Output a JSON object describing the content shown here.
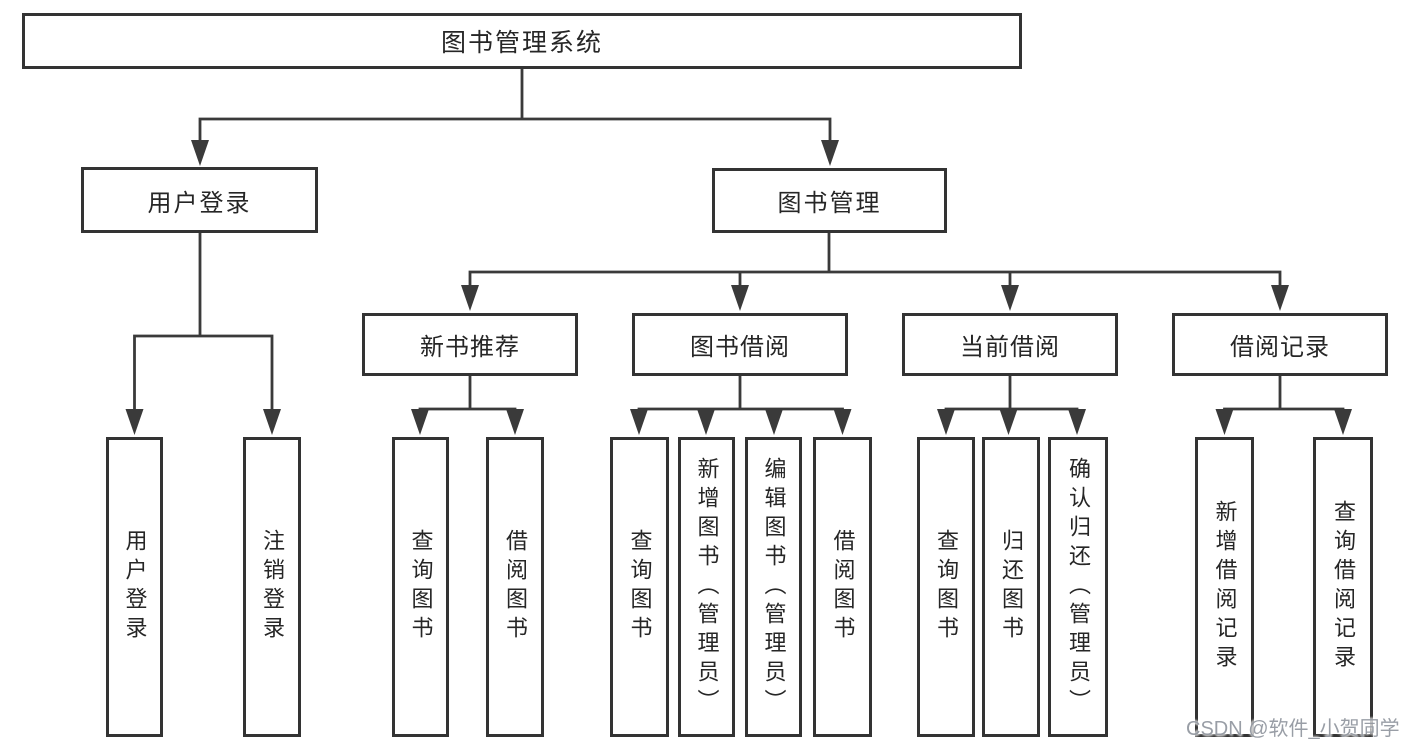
{
  "colors": {
    "box_border": "#333333",
    "connector_line": "#3a3a3a",
    "text": "#262626",
    "background": "#ffffff",
    "watermark_text": "#9499a1"
  },
  "diagram": {
    "root_label": "图书管理系统",
    "level2": [
      "用户登录",
      "图书管理"
    ],
    "level3": [
      "新书推荐",
      "图书借阅",
      "当前借阅",
      "借阅记录"
    ],
    "leaf_groups": [
      {
        "parent": "用户登录",
        "items": [
          "用户登录",
          "注销登录"
        ]
      },
      {
        "parent": "新书推荐",
        "items": [
          "查询图书",
          "借阅图书"
        ]
      },
      {
        "parent": "图书借阅",
        "items": [
          "查询图书",
          "新增图书（管理员）",
          "编辑图书（管理员）",
          "借阅图书"
        ]
      },
      {
        "parent": "当前借阅",
        "items": [
          "查询图书",
          "归还图书",
          "确认归还（管理员）"
        ]
      },
      {
        "parent": "借阅记录",
        "items": [
          "新增借阅记录",
          "查询借阅记录"
        ]
      }
    ]
  },
  "watermark": "CSDN @软件_小贺同学"
}
